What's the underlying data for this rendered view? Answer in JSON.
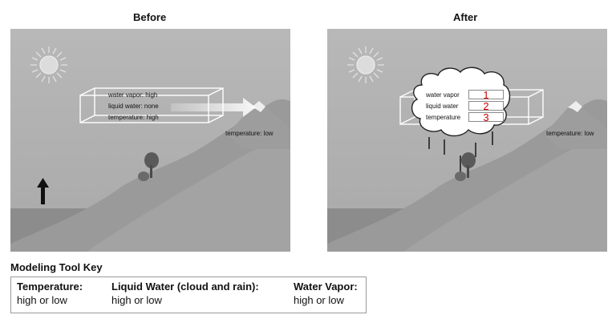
{
  "before": {
    "title": "Before",
    "box_labels": [
      "water vapor: high",
      "liquid water: none",
      "temperature: high"
    ],
    "temperature_label": "temperature: low"
  },
  "after": {
    "title": "After",
    "box_labels": [
      "water vapor",
      "liquid water",
      "temperature"
    ],
    "answers": [
      "1",
      "2",
      "3"
    ],
    "temperature_label": "temperature: low"
  },
  "key": {
    "title": "Modeling Tool Key",
    "columns": [
      {
        "heading": "Temperature:",
        "value": "high or low"
      },
      {
        "heading": "Liquid Water (cloud and rain):",
        "value": "high or low"
      },
      {
        "heading": "Water Vapor:",
        "value": "high or low"
      }
    ]
  },
  "colors": {
    "answer_text": "#d10000"
  },
  "icons": [
    "sun-icon",
    "up-arrow-icon",
    "tree-icon",
    "cloud-icon",
    "rain-lines"
  ]
}
